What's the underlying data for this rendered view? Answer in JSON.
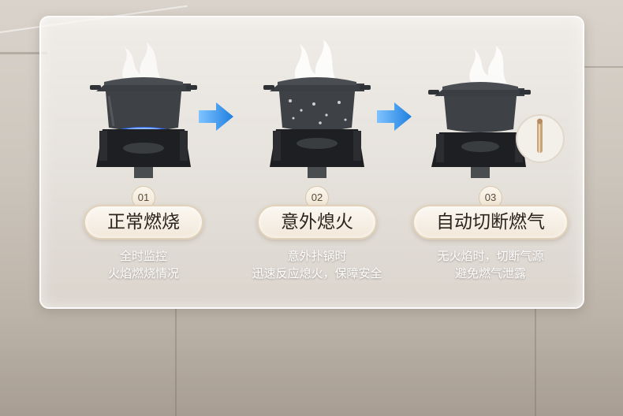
{
  "steps": [
    {
      "number": "01",
      "title": "正常燃烧",
      "desc_line1": "全时监控",
      "desc_line2": "火焰燃烧情况",
      "image": "pot-on-stove-blue-flame"
    },
    {
      "number": "02",
      "title": "意外熄火",
      "desc_line1": "意外扑锅时",
      "desc_line2": "迅速反应熄火，保障安全",
      "image": "pot-overflow-flame-out"
    },
    {
      "number": "03",
      "title": "自动切断燃气",
      "desc_line1": "无火焰时，切断气源",
      "desc_line2": "避免燃气泄露",
      "image": "pot-on-stove-with-thermocouple"
    }
  ],
  "icons": {
    "arrow": "arrow-right-icon",
    "thermocouple": "thermocouple-icon",
    "flame": "blue-flame-icon",
    "steam": "steam-icon"
  },
  "colors": {
    "arrow": "#1e7fe0",
    "flame": "#2f6bff",
    "badge_border": "#d8c6ab",
    "pill_border": "#e2d2b9"
  }
}
